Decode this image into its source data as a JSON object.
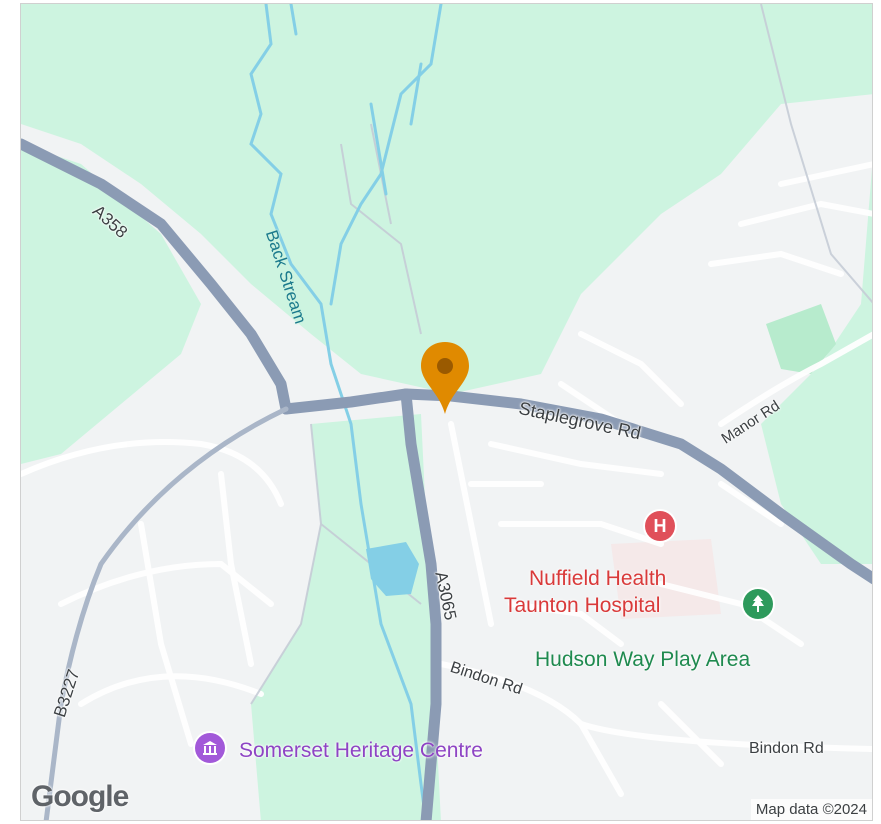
{
  "map": {
    "colors": {
      "land": "#f1f3f4",
      "park": "#cdf4e0",
      "road_major": "#8b9bb4",
      "road_minor": "#ffffff",
      "water": "#84cfe6",
      "marker": "#e08a00"
    },
    "roads": {
      "a358": "A358",
      "a3065": "A3065",
      "b3227": "B3227",
      "staplegrove": "Staplegrove Rd",
      "manor": "Manor Rd",
      "bindon_1": "Bindon Rd",
      "bindon_2": "Bindon Rd"
    },
    "water": {
      "back_stream": "Back Stream"
    },
    "pois": {
      "hospital_line1": "Nuffield Health",
      "hospital_line2": "Taunton Hospital",
      "hospital_icon_glyph": "H",
      "play_area": "Hudson Way Play Area",
      "heritage": "Somerset Heritage Centre"
    },
    "icons": {
      "marker": "location-pin-icon",
      "hospital": "hospital-icon",
      "park": "tree-icon",
      "museum": "museum-icon"
    },
    "footer": {
      "logo": "Google",
      "copyright": "Map data ©2024"
    }
  }
}
